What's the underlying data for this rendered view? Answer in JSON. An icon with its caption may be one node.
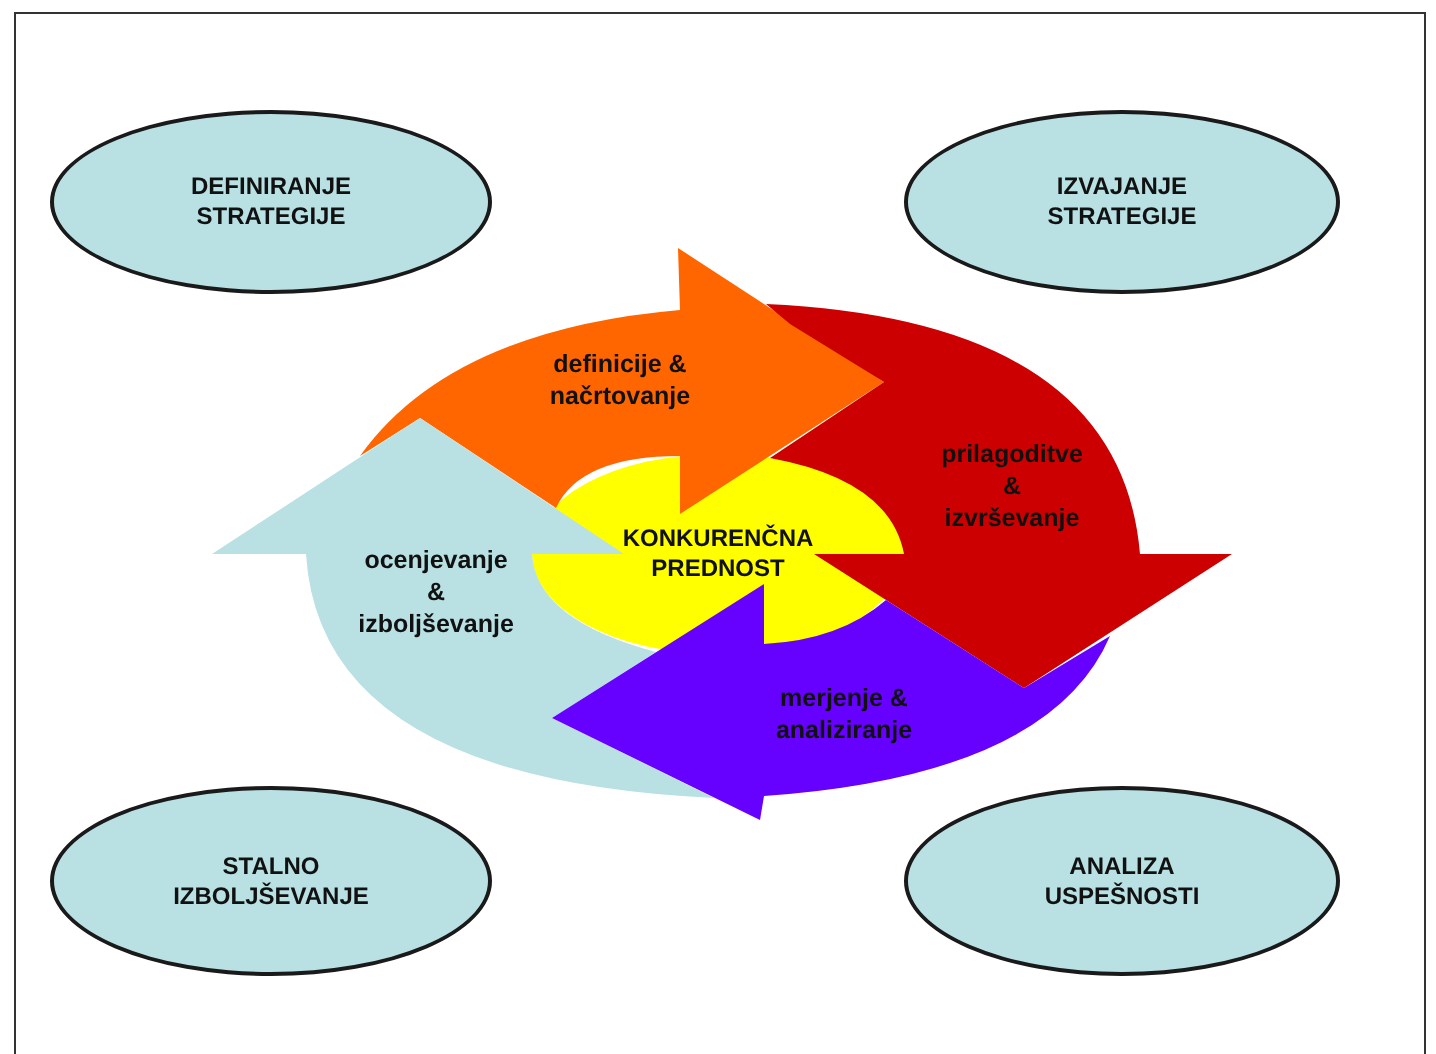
{
  "diagram": {
    "nodes": [
      {
        "text": [
          "DEFINIRANJE STRATEGIJE"
        ]
      },
      {
        "text": [
          "IZVAJANJE STRATEGIJE"
        ]
      },
      {
        "text": [
          "definicije & načrtovanje"
        ]
      },
      {
        "text": [
          "prilagoditve & izvrševanje"
        ]
      },
      {
        "text": [
          "ocenjevanje & izboljševanje"
        ]
      },
      {
        "text": [
          "KONKURENČNA PREDNOST"
        ]
      },
      {
        "text": [
          "merjenje & analiziranje"
        ]
      },
      {
        "text": [
          "STALNO IZBOLJŠEVANJE"
        ]
      },
      {
        "text": [
          "ANALIZA USPEŠNOSTI"
        ]
      }
    ]
  }
}
